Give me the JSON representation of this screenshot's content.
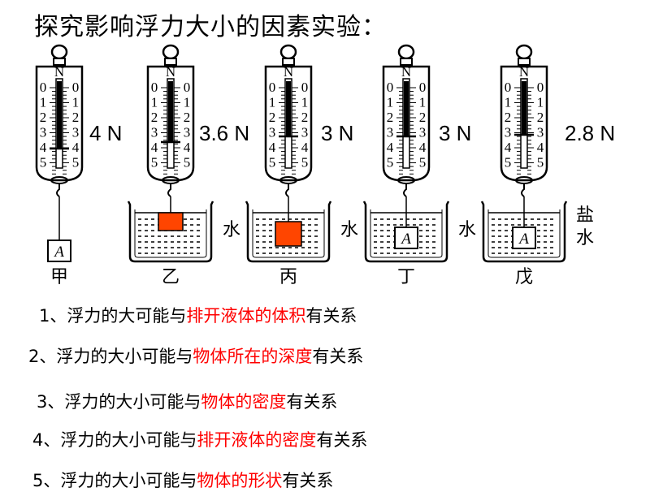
{
  "title": "探究影响浮力大小的因素实验：",
  "setups": [
    {
      "reading": "4 N",
      "caption": "甲",
      "liquid": "",
      "container": "none",
      "object": "A",
      "object_level": ""
    },
    {
      "reading": "3.6 N",
      "caption": "乙",
      "liquid": "水",
      "container": "water",
      "object": "",
      "object_level": "partial"
    },
    {
      "reading": "3 N",
      "caption": "丙",
      "liquid": "水",
      "container": "water",
      "object": "",
      "object_level": "full"
    },
    {
      "reading": "3 N",
      "caption": "丁",
      "liquid": "水",
      "container": "water",
      "object": "A",
      "object_level": "full"
    },
    {
      "reading": "2.8 N",
      "caption": "戊",
      "liquid": "盐\n水",
      "container": "salt",
      "object": "A",
      "object_level": "full"
    }
  ],
  "scale_labels": [
    "0",
    "1",
    "2",
    "3",
    "4",
    "5"
  ],
  "scale_top_label": "N",
  "hypotheses": [
    {
      "prefix": "1、浮力的大可能与",
      "highlight": "排开液体的体积",
      "suffix": "有关系"
    },
    {
      "prefix": "2、浮力的大小可能与",
      "highlight": "物体所在的深度",
      "suffix": "有关系"
    },
    {
      "prefix": "3、浮力的大小可能与",
      "highlight": "物体的密度",
      "suffix": "有关系"
    },
    {
      "prefix": "4、浮力的大小可能与",
      "highlight": "排开液体的密度",
      "suffix": "有关系"
    },
    {
      "prefix": "5、浮力的大小可能与",
      "highlight": "物体的形状",
      "suffix": "有关系"
    }
  ],
  "colors": {
    "highlight": "#ff0000",
    "block": "#ff4500",
    "line": "#000000"
  }
}
